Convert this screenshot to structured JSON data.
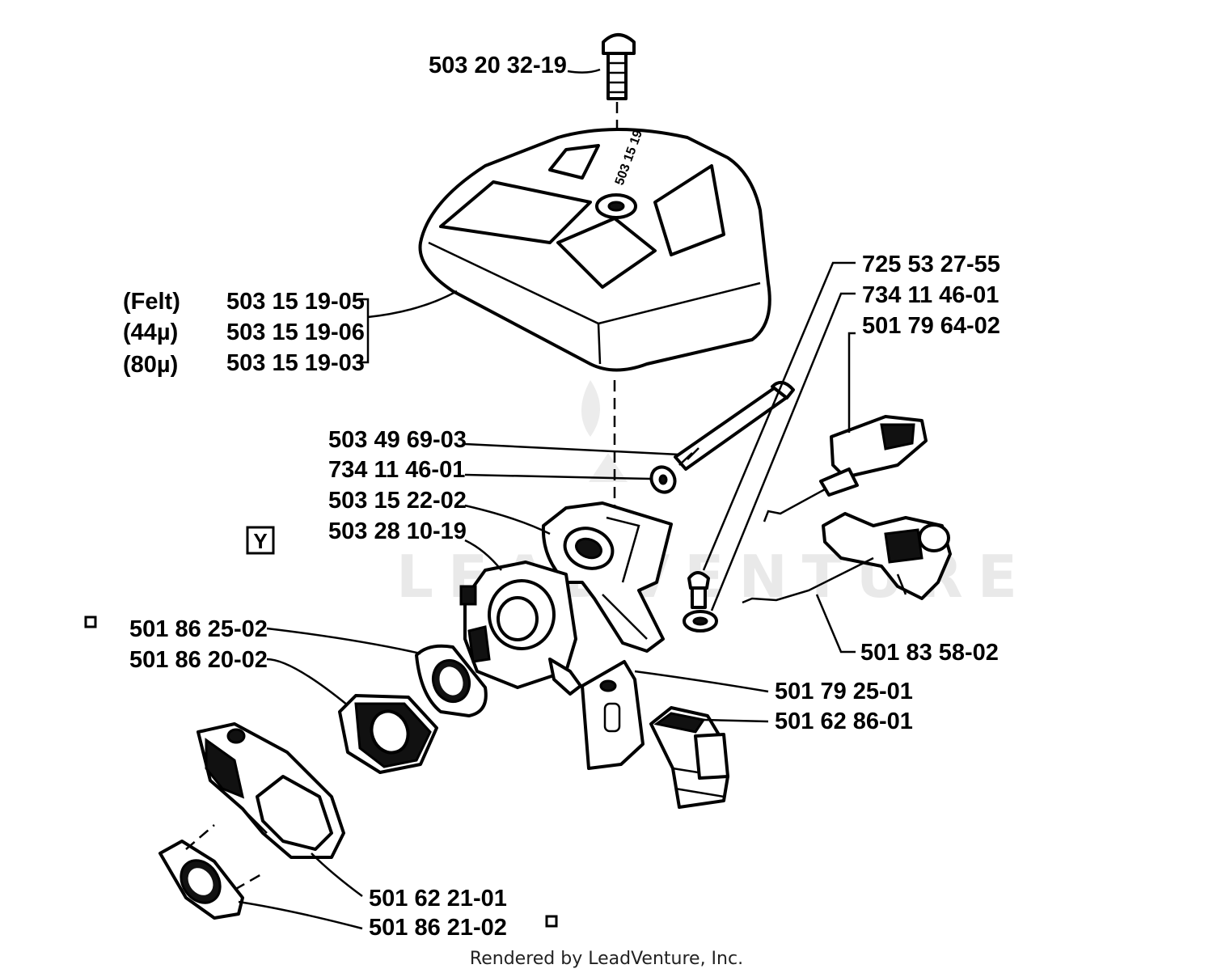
{
  "diagram": {
    "parts": {
      "screw_top": "503 20 32-19",
      "filter_felt_variant": "(Felt)",
      "filter_felt": "503 15 19-05",
      "filter_44_variant": "(44µ)",
      "filter_44": "503 15 19-06",
      "filter_80_variant": "(80µ)",
      "filter_80": "503 15 19-03",
      "bolt_long": "503 49 69-03",
      "washer_small": "734 11 46-01",
      "bracket": "503 15 22-02",
      "carburetor": "503 28 10-19",
      "gasket_a": "501 86 25-02",
      "gasket_b": "501 86 20-02",
      "screw_short": "725 53 27-55",
      "washer_right": "734 11 46-01",
      "choke_lever": "501 79 64-02",
      "throttle_rod": "501 83 58-02",
      "plate": "501 79 25-01",
      "damper": "501 62 86-01",
      "intake_plate": "501 62 21-01",
      "gasket_c": "501 86 21-02"
    },
    "badge_y": "Y",
    "cover_marking": "503 15 19",
    "watermark": "LEADVENTURE",
    "footer": "Rendered by LeadVenture, Inc."
  }
}
